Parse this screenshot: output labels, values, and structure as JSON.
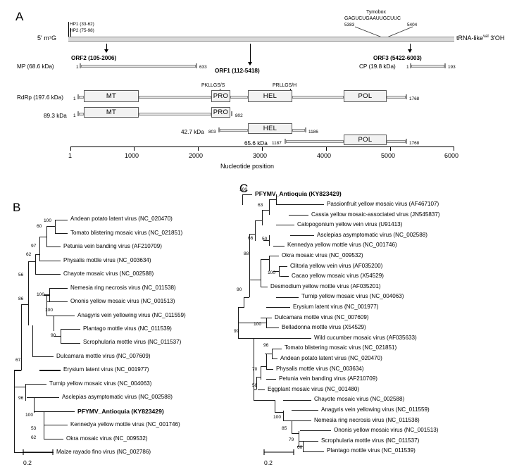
{
  "panels": {
    "a_letter": "A",
    "b_letter": "B",
    "c_letter": "C"
  },
  "genome_map": {
    "five_prime": "5' m⁷G",
    "three_prime_pre": "tRNA-like",
    "three_prime_sup": "val",
    "three_prime_post": " 3'OH",
    "hairpins": [
      "HP1 (33-62)",
      "HP2 (75-98)"
    ],
    "tymobox": {
      "title": "Tymobox",
      "sequence": "GAGUCUGAAUUGCUUC",
      "start": "5383",
      "end": "5404"
    },
    "orfs": [
      {
        "name": "ORF2 (105-2006)"
      },
      {
        "name": "ORF1 (112-5418)"
      },
      {
        "name": "ORF3 (5422-6003)"
      }
    ],
    "products": {
      "mp": {
        "label": "MP (68.6 kDa)",
        "start": "1",
        "end": "633"
      },
      "cp": {
        "label": "CP (19.8 kDa)",
        "start": "1",
        "end": "193"
      },
      "rdrp": {
        "label": "RdRp (197.6 kDa)",
        "start": "1",
        "end": "1768"
      },
      "p89": {
        "label": "89.3 kDa",
        "start": "1",
        "end": "802"
      },
      "p42": {
        "label": "42.7 kDa",
        "start": "803",
        "end": "1186"
      },
      "p65": {
        "label": "65.6 kDa",
        "start": "1187",
        "end": "1768"
      }
    },
    "domains": [
      "MT",
      "PRO",
      "HEL",
      "POL"
    ],
    "cleavage_sites": [
      "PKLLGS/S",
      "PRLLGS/H"
    ],
    "axis": {
      "title": "Nucleotide position",
      "ticks": [
        "1",
        "1000",
        "2000",
        "3000",
        "4000",
        "5000",
        "6000"
      ]
    }
  },
  "tree_b": {
    "scale": "0.2",
    "leaves": [
      {
        "label": "Andean potato latent virus (NC_020470)",
        "highlight": false
      },
      {
        "label": "Tomato blistering mosaic virus (NC_021851)",
        "highlight": false
      },
      {
        "label": "Petunia vein banding virus (AF210709)",
        "highlight": false
      },
      {
        "label": "Physalis mottle virus (NC_003634)",
        "highlight": false
      },
      {
        "label": "Chayote mosaic virus (NC_002588)",
        "highlight": false
      },
      {
        "label": "Nemesia ring necrosis virus (NC_011538)",
        "highlight": false
      },
      {
        "label": "Ononis yellow mosaic virus (NC_001513)",
        "highlight": false
      },
      {
        "label": "Anagyris vein yellowing virus (NC_011559)",
        "highlight": false
      },
      {
        "label": "Plantago mottle virus (NC_011539)",
        "highlight": false
      },
      {
        "label": "Scrophularia mottle virus (NC_011537)",
        "highlight": false
      },
      {
        "label": "Dulcamara mottle virus (NC_007609)",
        "highlight": false
      },
      {
        "label": "Erysium latent virus (NC_001977)",
        "highlight": false
      },
      {
        "label": "Turnip yellow mosaic virus (NC_004063)",
        "highlight": false
      },
      {
        "label": "Asclepias asymptomatic virus (NC_002588)",
        "highlight": false
      },
      {
        "label": "PFYMV_Antioquia (KY823429)",
        "highlight": true
      },
      {
        "label": "Kennedya yellow mottle virus (NC_001746)",
        "highlight": false
      },
      {
        "label": "Okra mosaic virus (NC_009532)",
        "highlight": false
      },
      {
        "label": "Maize rayado fino virus (NC_002786)",
        "highlight": false
      }
    ],
    "bootstraps": [
      "100",
      "60",
      "97",
      "62",
      "56",
      "100",
      "100",
      "90",
      "86",
      "67",
      "96",
      "100",
      "53",
      "62"
    ]
  },
  "tree_c": {
    "scale": "0.2",
    "leaves": [
      {
        "label": "PFYMV_Antioquia (KY823429)",
        "highlight": true
      },
      {
        "label": "Passionfruit yellow mosaic virus (AF467107)",
        "highlight": false
      },
      {
        "label": "Cassia yellow mosaic-associated virus (JN545837)",
        "highlight": false
      },
      {
        "label": "Calopogonium yellow vein virus (U91413)",
        "highlight": false
      },
      {
        "label": "Asclepias asymptomatic virus (NC_002588)",
        "highlight": false
      },
      {
        "label": "Kennedya yellow mottle virus (NC_001746)",
        "highlight": false
      },
      {
        "label": "Okra mosaic virus (NC_009532)",
        "highlight": false
      },
      {
        "label": "Clitoria yellow vein virus (AF035200)",
        "highlight": false
      },
      {
        "label": "Cacao yellow mosaic virus (X54529)",
        "highlight": false
      },
      {
        "label": "Desmodium yellow mottle virus (AF035201)",
        "highlight": false
      },
      {
        "label": "Turnip yellow mosaic virus (NC_004063)",
        "highlight": false
      },
      {
        "label": "Erysium latent virus (NC_001977)",
        "highlight": false
      },
      {
        "label": "Dulcamara mottle virus (NC_007609)",
        "highlight": false
      },
      {
        "label": "Belladonna mottle virus (X54529)",
        "highlight": false
      },
      {
        "label": "Wild cucumber mosaic virus (AF035633)",
        "highlight": false
      },
      {
        "label": "Tomato blistering mosaic virus (NC_021851)",
        "highlight": false
      },
      {
        "label": "Andean potato latent virus (NC_020470)",
        "highlight": false
      },
      {
        "label": "Physalis mottle virus (NC_003634)",
        "highlight": false
      },
      {
        "label": "Petunia vein banding virus (AF210709)",
        "highlight": false
      },
      {
        "label": "Eggplant mosaic virus (NC_001480)",
        "highlight": false
      },
      {
        "label": "Chayote mosaic virus (NC_002588)",
        "highlight": false
      },
      {
        "label": "Anagyris vein yellowing virus (NC_011559)",
        "highlight": false
      },
      {
        "label": "Nemesia ring necrosis virus (NC_011538)",
        "highlight": false
      },
      {
        "label": "Ononis yellow mosaic virus (NC_001513)",
        "highlight": false
      },
      {
        "label": "Scrophularia mottle virus (NC_011537)",
        "highlight": false
      },
      {
        "label": "Plantago mottle virus (NC_011539)",
        "highlight": false
      }
    ],
    "bootstraps": [
      "100",
      "63",
      "66",
      "50",
      "88",
      "100",
      "90",
      "100",
      "99",
      "96",
      "70",
      "58",
      "100",
      "85",
      "79",
      "60"
    ]
  }
}
